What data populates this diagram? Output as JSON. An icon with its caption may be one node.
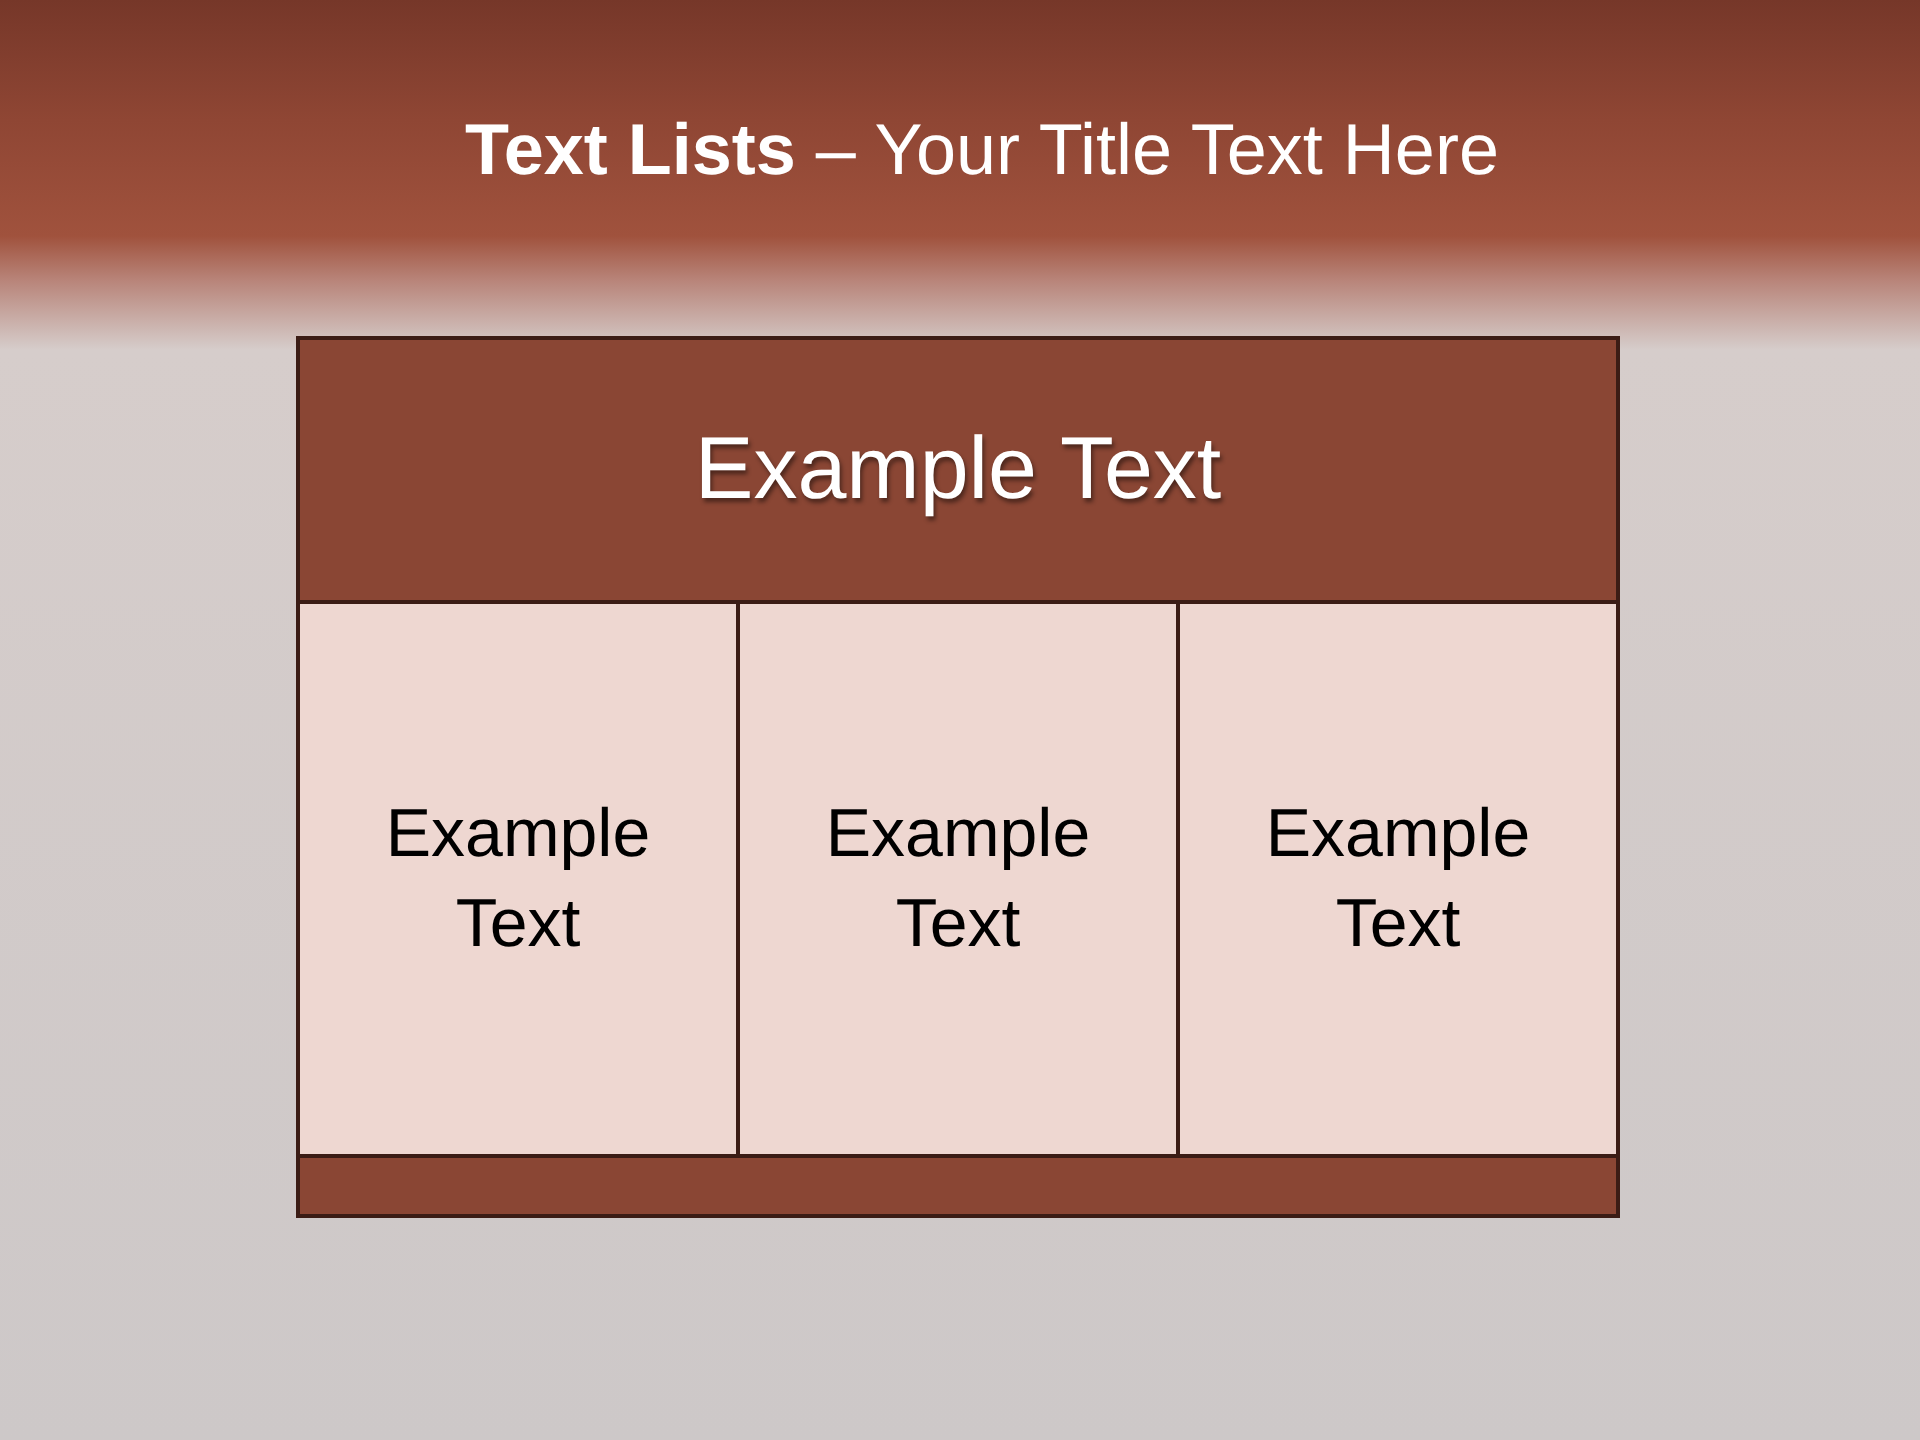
{
  "diagram": {
    "title": "**Text Lists** – Your Title Text Here",
    "nodes": [
      {
        "text": [
          "Example Text"
        ]
      },
      {
        "text": [
          "Example Text"
        ]
      },
      {
        "text": [
          "Example Text"
        ]
      },
      {
        "text": [
          "Example Text"
        ]
      },
      {
        "text": [],
        "shape": "bar"
      }
    ]
  }
}
